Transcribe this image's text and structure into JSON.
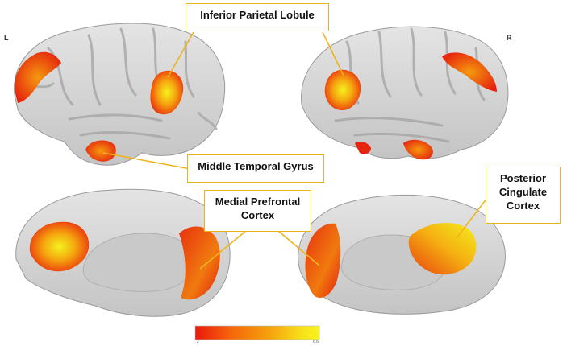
{
  "hemispheres": {
    "left": "L",
    "right": "R"
  },
  "labels": {
    "ipl": "Inferior Parietal Lobule",
    "mtg": "Middle Temporal Gyrus",
    "mpfc_line1": "Medial Prefrontal",
    "mpfc_line2": "Cortex",
    "pcc_line1": "Posterior",
    "pcc_line2": "Cingulate",
    "pcc_line3": "Cortex"
  },
  "colorbar": {
    "min": "2",
    "max": "6.6",
    "stops": [
      "#e8190c",
      "#f5690a",
      "#f6a10f",
      "#f7df1a",
      "#f8f41f"
    ]
  },
  "colors": {
    "cortex": "#d3d3d3",
    "sulcus": "#a8a8a8",
    "callout_border": "#e8b21a",
    "leader": "#f0b41a",
    "lowT": "#e8210d",
    "highT": "#f4f21d"
  }
}
